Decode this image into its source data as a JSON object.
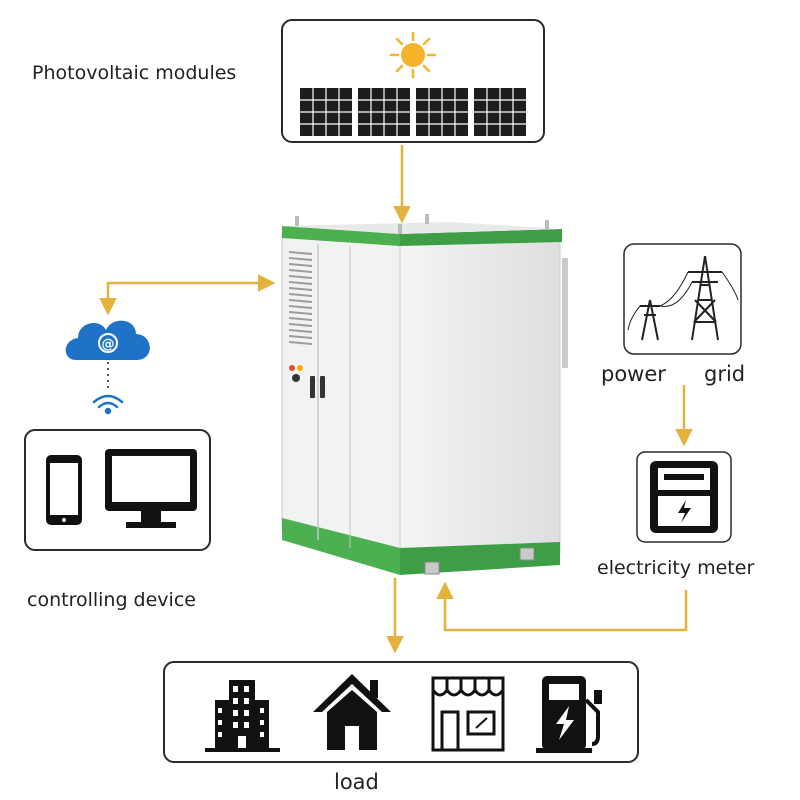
{
  "labels": {
    "photovoltaic": "Photovoltaic modules",
    "power": "power",
    "grid": "grid",
    "meter": "electricity meter",
    "controlling": "controlling device",
    "load": "load"
  },
  "icons": {
    "sun": "sun-icon",
    "solar_panel": "solar-panel-icon",
    "cloud": "cloud-at-icon",
    "wifi": "wifi-icon",
    "phone": "smartphone-icon",
    "monitor": "monitor-icon",
    "tower": "transmission-tower-icon",
    "meter": "electricity-meter-icon",
    "building": "office-building-icon",
    "house": "house-icon",
    "shop": "shop-icon",
    "charger": "ev-charger-icon"
  },
  "colors": {
    "arrow": "#E3B23C",
    "cabinet_green": "#4CAF50",
    "cabinet_body": "#EDEEEE",
    "cloud": "#1E73C8",
    "sun": "#F7B32B",
    "outline": "#2A2A2A"
  }
}
